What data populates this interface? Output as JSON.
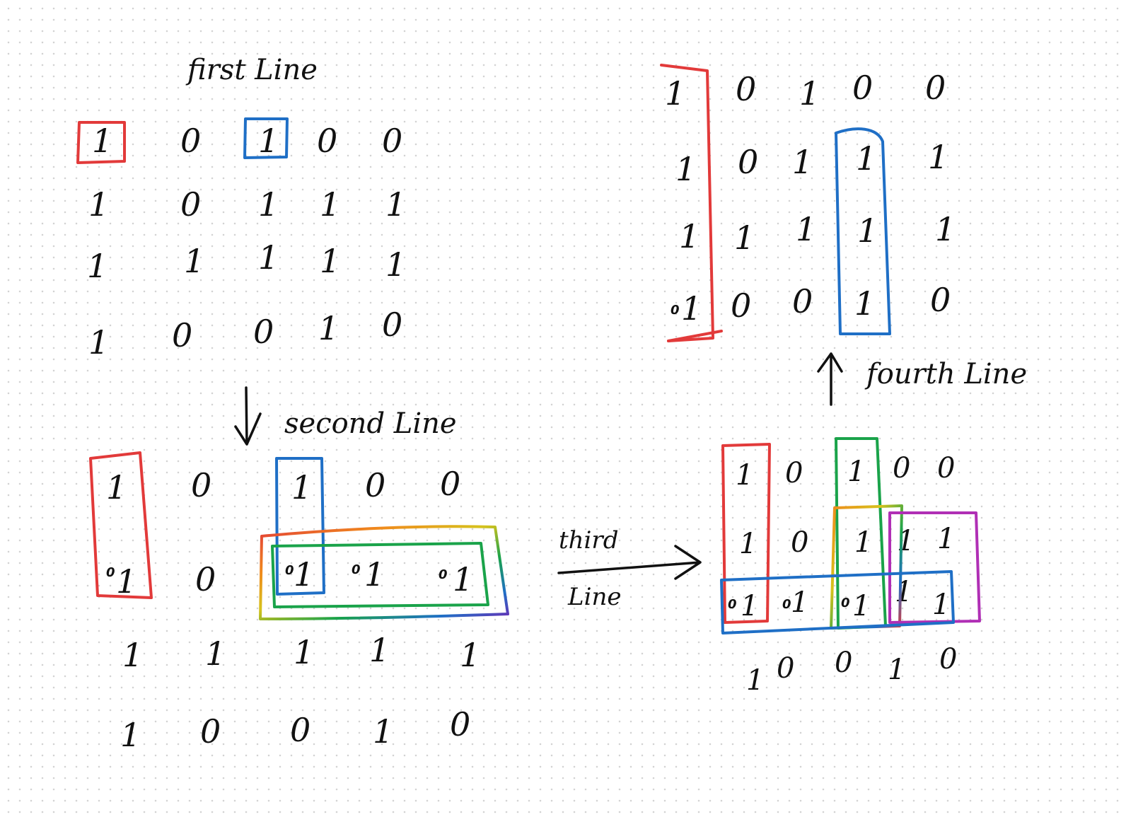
{
  "labels": {
    "first": "first Line",
    "second": "second Line",
    "third_1": "third",
    "third_2": "Line",
    "fourth": "fourth Line"
  },
  "colors": {
    "red": "#e23a3a",
    "blue": "#1f6fc6",
    "green": "#1aa34a",
    "orange": "#f08a1c",
    "purple": "#b02fb5",
    "rainbow": [
      "#e23a3a",
      "#f08a1c",
      "#d6c21c",
      "#1aa34a",
      "#1f6fc6",
      "#6a2fb5"
    ]
  },
  "grid1": [
    [
      "1",
      "0",
      "1",
      "0",
      "0"
    ],
    [
      "1",
      "0",
      "1",
      "1",
      "1"
    ],
    [
      "1",
      "1",
      "1",
      "1",
      "1"
    ],
    [
      "1",
      "0",
      "0",
      "1",
      "0"
    ]
  ],
  "grid2": [
    [
      "1",
      "0",
      "1",
      "0",
      "0"
    ],
    [
      "1",
      "0",
      "1",
      "1",
      "1"
    ],
    [
      "1",
      "1",
      "1",
      "1",
      "1"
    ],
    [
      "1",
      "0",
      "0",
      "1",
      "0"
    ]
  ],
  "grid2_marks": [
    "0",
    "0",
    "0",
    "0"
  ],
  "grid3": [
    [
      "1",
      "0",
      "1",
      "0",
      "0"
    ],
    [
      "1",
      "0",
      "1",
      "1",
      "1"
    ],
    [
      "1",
      "1",
      "1",
      "1",
      "1"
    ],
    [
      "1",
      "0",
      "0",
      "1",
      "0"
    ]
  ],
  "grid3_marks": [
    "0",
    "0",
    "0"
  ],
  "grid4": [
    [
      "1",
      "0",
      "1",
      "0",
      "0"
    ],
    [
      "1",
      "0",
      "1",
      "1",
      "1"
    ],
    [
      "1",
      "1",
      "1",
      "1",
      "1"
    ],
    [
      "1",
      "0",
      "0",
      "1",
      "0"
    ]
  ],
  "grid4_marks": [
    "0"
  ]
}
